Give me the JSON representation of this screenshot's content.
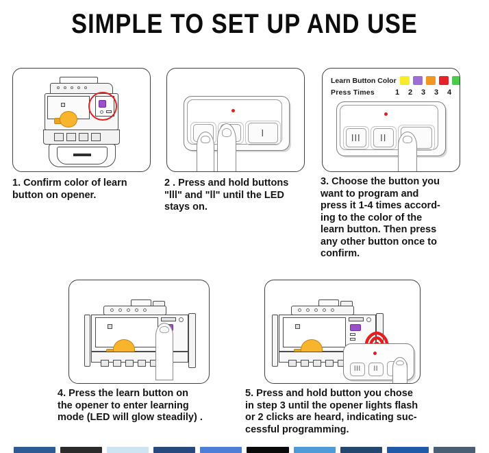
{
  "page": {
    "title": "SIMPLE TO SET UP AND USE",
    "background_color": "#ffffff",
    "text_color": "#151515"
  },
  "colors": {
    "learn_yellow": "#f7ec2b",
    "learn_purple": "#9b6fd4",
    "learn_orange": "#f2971f",
    "learn_red": "#e62229",
    "learn_green": "#4dc94d",
    "led_red": "#e02020",
    "highlight_red": "#e32020",
    "bulb_amber": "#f7b42c",
    "learn_button_purple": "#9b4fc8",
    "outline_gray": "#3f3f3f"
  },
  "steps": [
    {
      "number": "1",
      "caption": "1. Confirm color of learn\nbutton on opener.",
      "panel_name": "panel-step-1-opener-learn-button",
      "illustration": "garage-opener-with-learn-button-circled"
    },
    {
      "number": "2",
      "caption": "2 .  Press and hold buttons\n\"lll\" and \"ll\"  until the LED\nstays on.",
      "panel_name": "panel-step-2-remote-hold-buttons",
      "illustration": "remote-two-fingers-pressing-left-buttons"
    },
    {
      "number": "3",
      "caption": "3. Choose the button you\nwant to program and\npress  it 1-4 times accord-\ning to the color of the\nlearn button. Then press\nany other button once to\nconfirm.",
      "panel_name": "panel-step-3-choose-button",
      "illustration": "remote-with-learn-color-legend"
    },
    {
      "number": "4",
      "caption": "4. Press the learn button on\nthe opener to enter learning\nmode (LED will glow steadily) .",
      "panel_name": "panel-step-4-press-learn-button",
      "illustration": "opener-hand-pressing-learn-button"
    },
    {
      "number": "5",
      "caption": "5. Press and hold button you chose\nin step 3 until the opener lights flash\nor 2 clicks are heard, indicating suc-\ncessful programming.",
      "panel_name": "panel-step-5-confirm-programming",
      "illustration": "opener-and-remote-with-signal-waves"
    }
  ],
  "legend": {
    "color_row_label": "Learn Button Color",
    "press_row_label": "Press  Times",
    "entries": [
      {
        "color_name": "yellow",
        "color": "#f7ec2b",
        "presses": "1"
      },
      {
        "color_name": "purple",
        "color": "#9b6fd4",
        "presses": "2"
      },
      {
        "color_name": "orange",
        "color": "#f2971f",
        "presses": "3"
      },
      {
        "color_name": "red",
        "color": "#e62229",
        "presses": "3"
      },
      {
        "color_name": "green",
        "color": "#4dc94d",
        "presses": "4"
      }
    ]
  },
  "remote_buttons": {
    "three_bar": "lll",
    "two_bar": "ll",
    "one_bar": "l"
  },
  "filmstrip": {
    "thumbs": [
      "#2f5b94",
      "#2b2b2b",
      "#cfe4f2",
      "#27497d",
      "#4d7fd6",
      "#0a0a0a",
      "#4f9bd8",
      "#24476f",
      "#1f5aa8",
      "#4a5f73"
    ]
  }
}
